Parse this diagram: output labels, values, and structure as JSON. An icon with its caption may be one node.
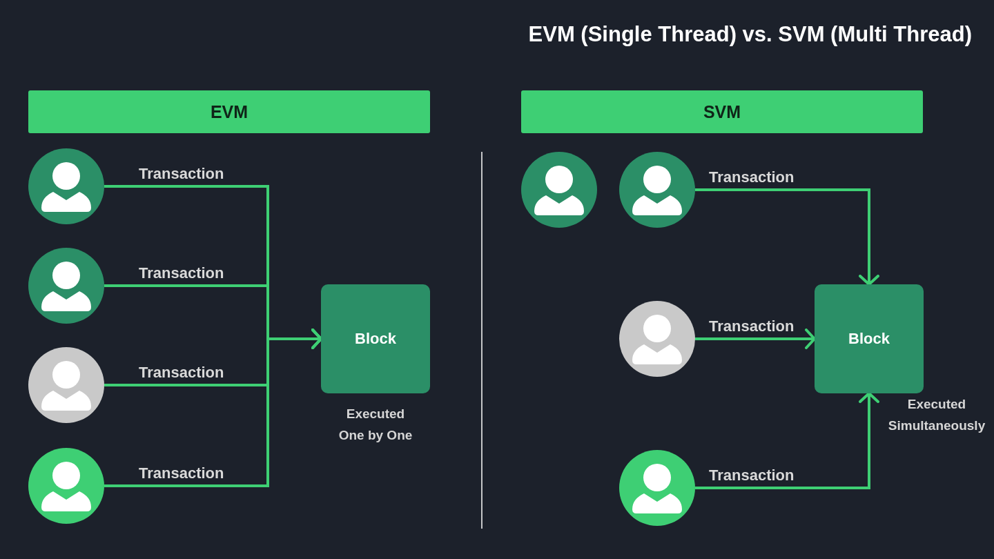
{
  "diagram": {
    "title": "EVM (Single Thread) vs. SVM (Multi Thread)",
    "nodes": [
      {
        "text": [
          "EVM"
        ]
      },
      {
        "text": [],
        "shape": "person"
      },
      {
        "text": [],
        "shape": "person"
      },
      {
        "text": [],
        "shape": "person"
      },
      {
        "text": [],
        "shape": "person"
      },
      {
        "text": [
          "Block"
        ],
        "beside": [
          "Executed One by One"
        ]
      },
      {
        "text": [
          "SVM"
        ]
      },
      {
        "text": [],
        "shape": "person"
      },
      {
        "text": [],
        "shape": "person"
      },
      {
        "text": [],
        "shape": "person"
      },
      {
        "text": [],
        "shape": "person"
      },
      {
        "text": [
          "Block"
        ],
        "beside": [
          "Executed Simultaneously"
        ]
      }
    ],
    "edges": [
      {
        "from": 1,
        "to": 5,
        "arrow": "to",
        "label": "Transaction"
      },
      {
        "from": 2,
        "to": 5,
        "arrow": "to",
        "label": "Transaction"
      },
      {
        "from": 3,
        "to": 5,
        "arrow": "to",
        "label": "Transaction"
      },
      {
        "from": 4,
        "to": 5,
        "arrow": "to",
        "label": "Transaction"
      },
      {
        "from": 8,
        "to": 11,
        "arrow": "to",
        "label": "Transaction"
      },
      {
        "from": 9,
        "to": 11,
        "arrow": "to",
        "label": "Transaction"
      },
      {
        "from": 10,
        "to": 11,
        "arrow": "to",
        "label": "Transaction"
      }
    ]
  }
}
